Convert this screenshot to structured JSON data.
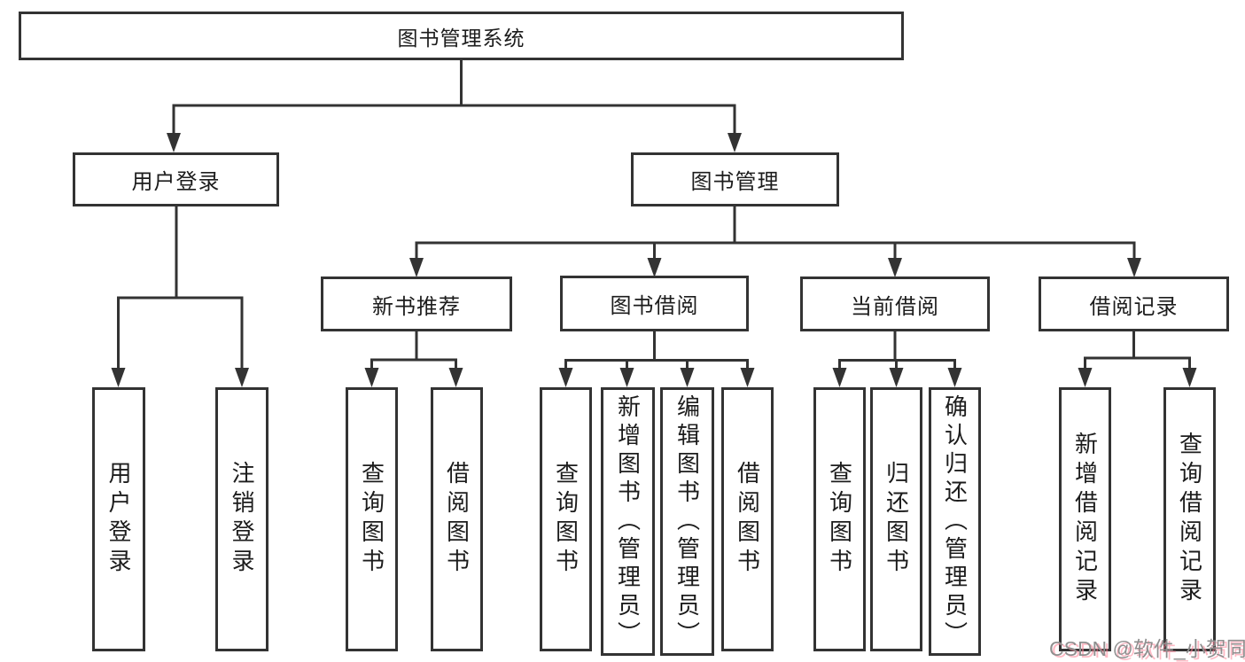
{
  "tree": {
    "label": "图书管理系统",
    "children": [
      {
        "label": "用户登录",
        "children": [
          {
            "label": "用户登录"
          },
          {
            "label": "注销登录"
          }
        ]
      },
      {
        "label": "图书管理",
        "children": [
          {
            "label": "新书推荐",
            "children": [
              {
                "label": "查询图书"
              },
              {
                "label": "借阅图书"
              }
            ]
          },
          {
            "label": "图书借阅",
            "children": [
              {
                "label": "查询图书"
              },
              {
                "label": "新增图书（管理员）"
              },
              {
                "label": "编辑图书（管理员）"
              },
              {
                "label": "借阅图书"
              }
            ]
          },
          {
            "label": "当前借阅",
            "children": [
              {
                "label": "查询图书"
              },
              {
                "label": "归还图书"
              },
              {
                "label": "确认归还（管理员）"
              }
            ]
          },
          {
            "label": "借阅记录",
            "children": [
              {
                "label": "新增借阅记录"
              },
              {
                "label": "查询借阅记录"
              }
            ]
          }
        ]
      }
    ]
  },
  "watermark": {
    "text": "CSDN @软件_小贺同学"
  },
  "colors": {
    "line": "#333333",
    "box_border": "#333333",
    "text": "#1c1c1c",
    "watermark_gray": "#8f8f8f",
    "watermark_pink": "#ff8296"
  }
}
